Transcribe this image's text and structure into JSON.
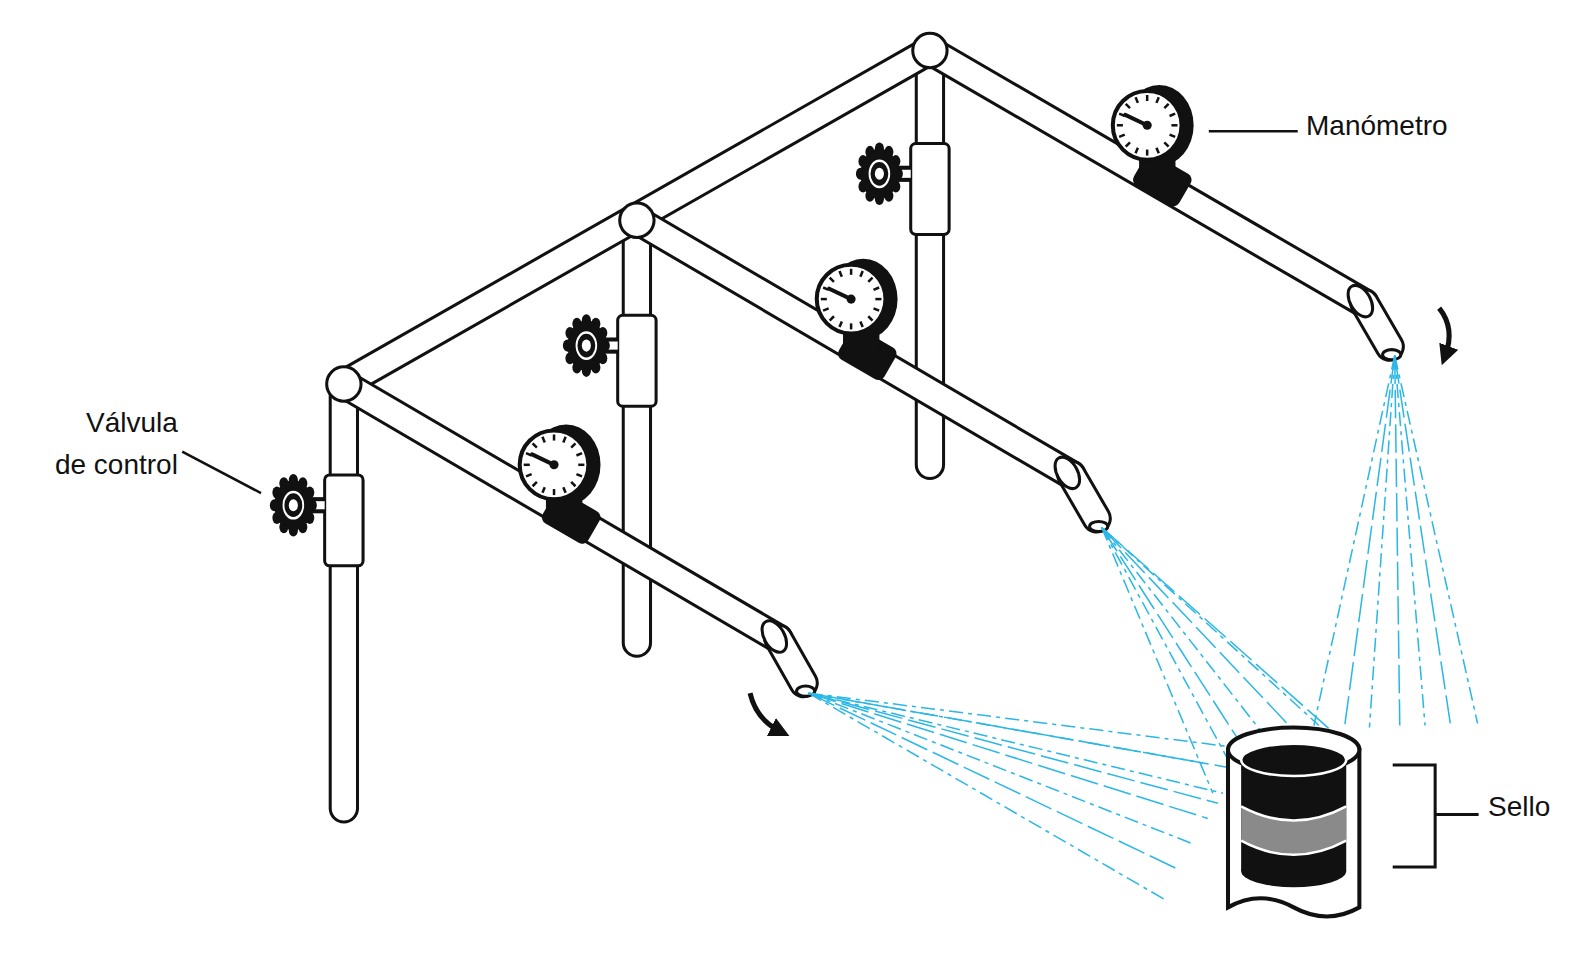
{
  "diagram": {
    "labels": [
      "Válvula de control",
      "Manómetro",
      "Sello"
    ]
  }
}
